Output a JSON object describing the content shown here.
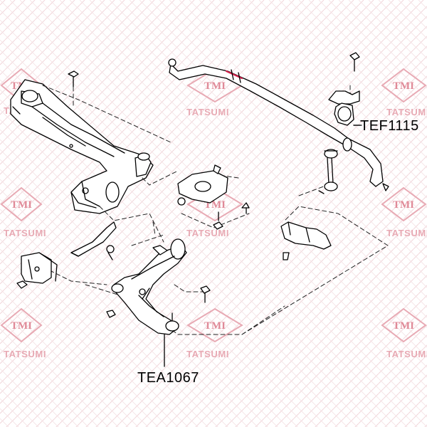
{
  "watermark": {
    "logo_text": "TMI",
    "brand_text": "TATSUMI",
    "color": "#e8aab4"
  },
  "labels": {
    "stabilizer_bushing": "TEF1115",
    "lower_arm": "TEA1067"
  },
  "colors": {
    "line": "#000000",
    "dash": "#222222",
    "highlight": "#d0204a"
  }
}
